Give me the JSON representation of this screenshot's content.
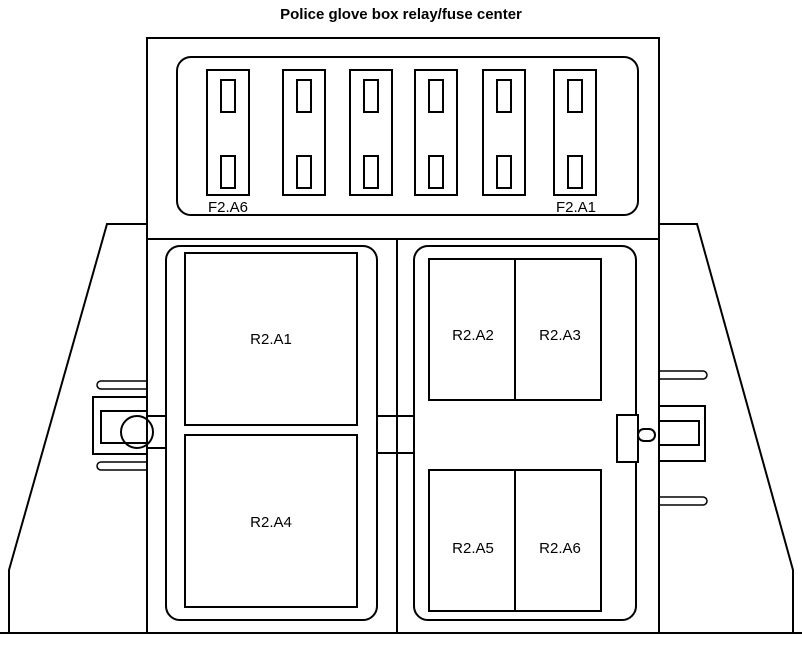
{
  "title": "Police glove box relay/fuse center",
  "fuse_labels": {
    "left": "F2.A6",
    "right": "F2.A1"
  },
  "relays": {
    "r1": "R2.A1",
    "r2": "R2.A2",
    "r3": "R2.A3",
    "r4": "R2.A4",
    "r5": "R2.A5",
    "r6": "R2.A6"
  }
}
